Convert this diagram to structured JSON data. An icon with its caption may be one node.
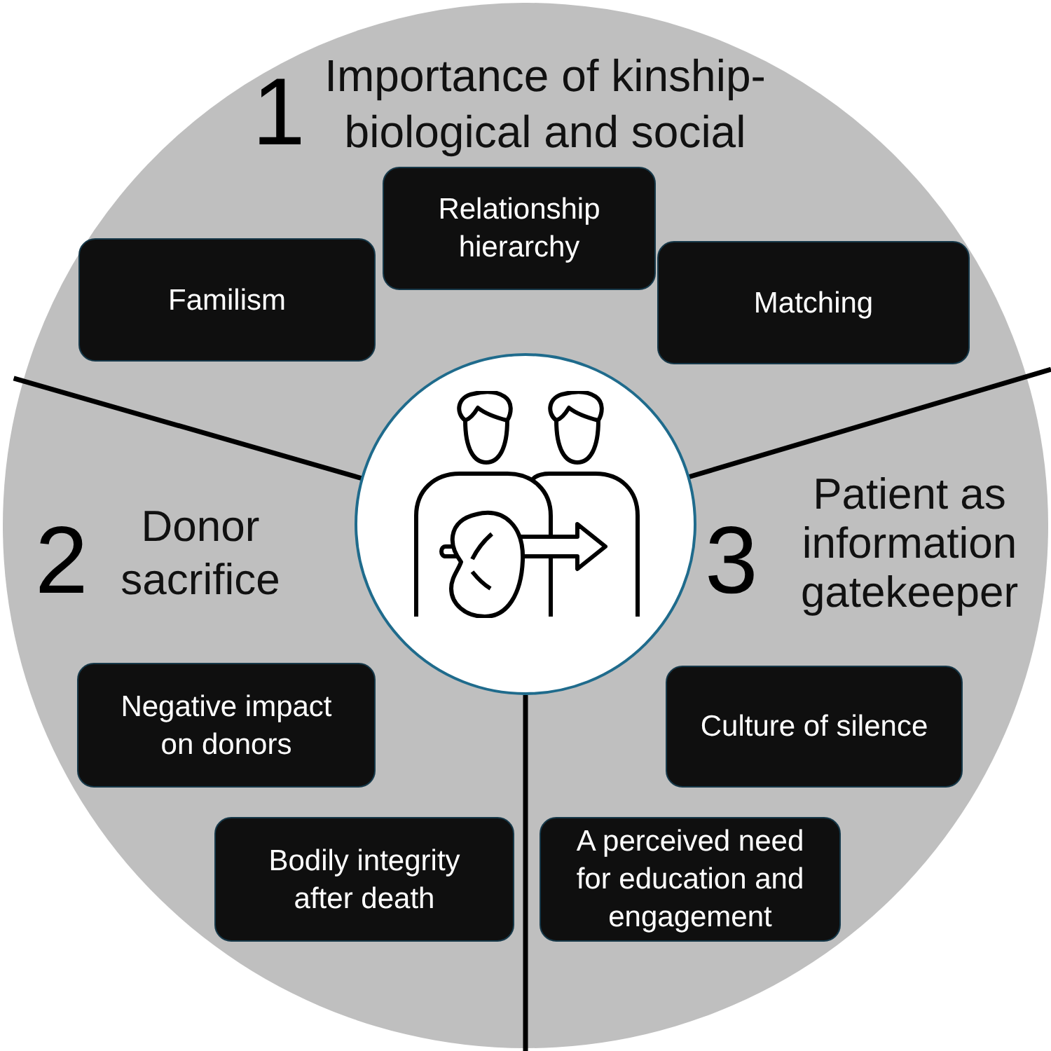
{
  "diagram": {
    "nodes": [
      {
        "text": [
          "1",
          "Importance of kinship- biological and social"
        ]
      },
      {
        "text": [
          "Familism"
        ],
        "in": 0
      },
      {
        "text": [
          "Relationship hierarchy"
        ],
        "in": 0
      },
      {
        "text": [
          "Matching"
        ],
        "in": 0
      },
      {
        "text": [],
        "shape": "circle"
      },
      {
        "text": [
          "2",
          "Donor sacrifice"
        ]
      },
      {
        "text": [
          "Negative impact on donors"
        ],
        "in": 5
      },
      {
        "text": [
          "Bodily integrity after death"
        ],
        "in": 5
      },
      {
        "text": [
          "3",
          "Patient as information gatekeeper"
        ]
      },
      {
        "text": [
          "Culture of silence"
        ],
        "in": 8
      },
      {
        "text": [
          "A perceived need for education and engagement"
        ],
        "in": 8
      }
    ]
  }
}
